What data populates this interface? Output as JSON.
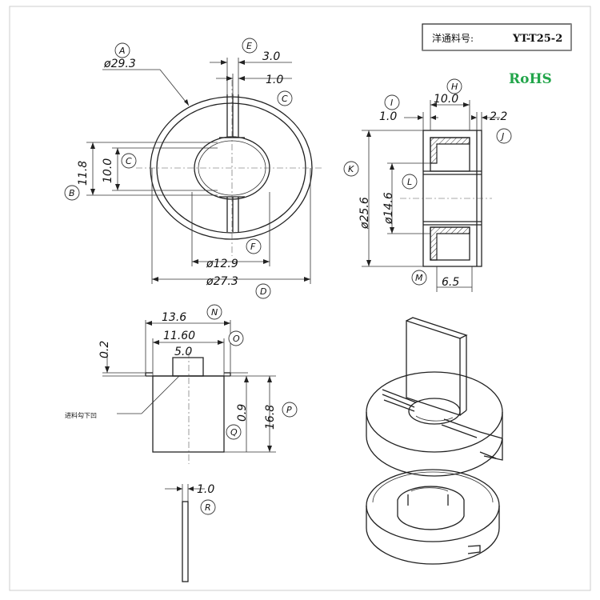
{
  "title_box": {
    "label": "洋通料号:",
    "part_number": "YT-T25-2"
  },
  "rohs": "RoHS",
  "callouts": {
    "A": "A",
    "B": "B",
    "C": "C",
    "D": "D",
    "E": "E",
    "F": "F",
    "H": "H",
    "I": "I",
    "J": "J",
    "K": "K",
    "L": "L",
    "M": "M",
    "N": "N",
    "O": "O",
    "P": "P",
    "Q": "Q",
    "R": "R"
  },
  "dims": {
    "d29_3": "ø29.3",
    "e3_0": "3.0",
    "e1_0": "1.0",
    "b11_8": "11.8",
    "c10_0": "10.0",
    "f12_9": "ø12.9",
    "d27_3": "ø27.3",
    "h10_0": "10.0",
    "i1_0": "1.0",
    "j2_2": "2.2",
    "k25_6": "ø25.6",
    "l14_6": "ø14.6",
    "m6_5": "6.5",
    "n13_6": "13.6",
    "o11_60": "11.60",
    "g5_0": "5.0",
    "s0_2": "0.2",
    "q0_9": "0.9",
    "p16_8": "16.8",
    "r1_0": "1.0"
  },
  "note": "进料勾下凹"
}
